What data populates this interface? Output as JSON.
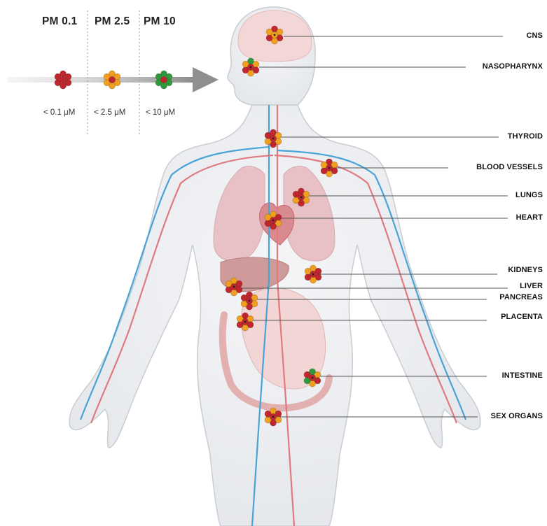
{
  "legend": {
    "pm01": {
      "label": "PM 0.1",
      "size": "< 0.1 μM",
      "color": "#c0262d"
    },
    "pm25": {
      "label": "PM 2.5",
      "size": "< 2.5 μM",
      "color": "#f0a01e"
    },
    "pm10": {
      "label": "PM 10",
      "size": "< 10 μM",
      "color": "#2e9a3b"
    }
  },
  "organs": [
    {
      "id": "cns",
      "label": "CNS"
    },
    {
      "id": "nasopharynx",
      "label": "NASOPHARYNX"
    },
    {
      "id": "thyroid",
      "label": "THYROID"
    },
    {
      "id": "blood-vessels",
      "label": "BLOOD VESSELS"
    },
    {
      "id": "lungs",
      "label": "LUNGS"
    },
    {
      "id": "heart",
      "label": "HEART"
    },
    {
      "id": "kidneys",
      "label": "KIDNEYS"
    },
    {
      "id": "liver",
      "label": "LIVER"
    },
    {
      "id": "pancreas",
      "label": "PANCREAS"
    },
    {
      "id": "placenta",
      "label": "PLACENTA"
    },
    {
      "id": "intestine",
      "label": "INTESTINE"
    },
    {
      "id": "sex-organs",
      "label": "SEX ORGANS"
    }
  ]
}
